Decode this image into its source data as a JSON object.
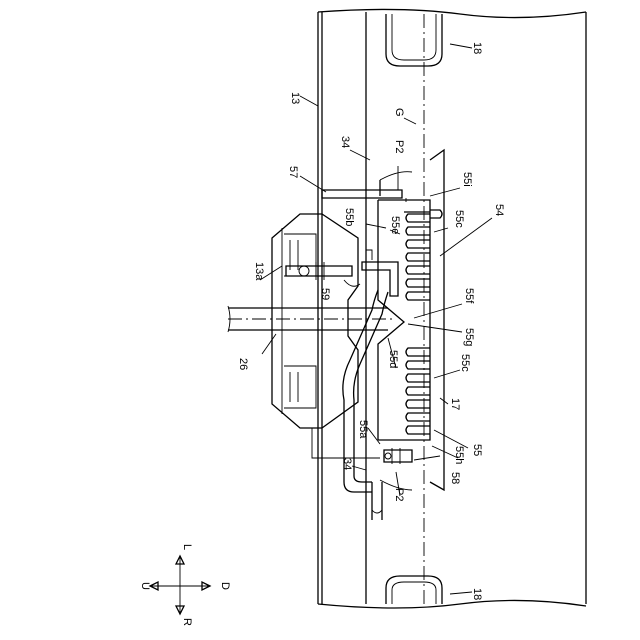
{
  "labels": {
    "l13": "13",
    "l18_top": "18",
    "l18_bottom": "18",
    "lG": "G",
    "l34_top": "34",
    "l34_bottom": "34",
    "lP2_top": "P2",
    "lP2_bottom": "P2",
    "l57": "57",
    "l55i": "55i",
    "l54": "54",
    "l55b": "55b",
    "l55e": "55e",
    "l55c_top": "55c",
    "l55c_bottom": "55c",
    "l13a": "13a",
    "l59": "59",
    "l55f": "55f",
    "l55g": "55g",
    "l26": "26",
    "l55d": "55d",
    "l17": "17",
    "l55a": "55a",
    "l55h": "55h",
    "l55": "55",
    "l58": "58"
  },
  "compass": {
    "up": "L",
    "down": "R",
    "left": "U",
    "right": "D"
  }
}
